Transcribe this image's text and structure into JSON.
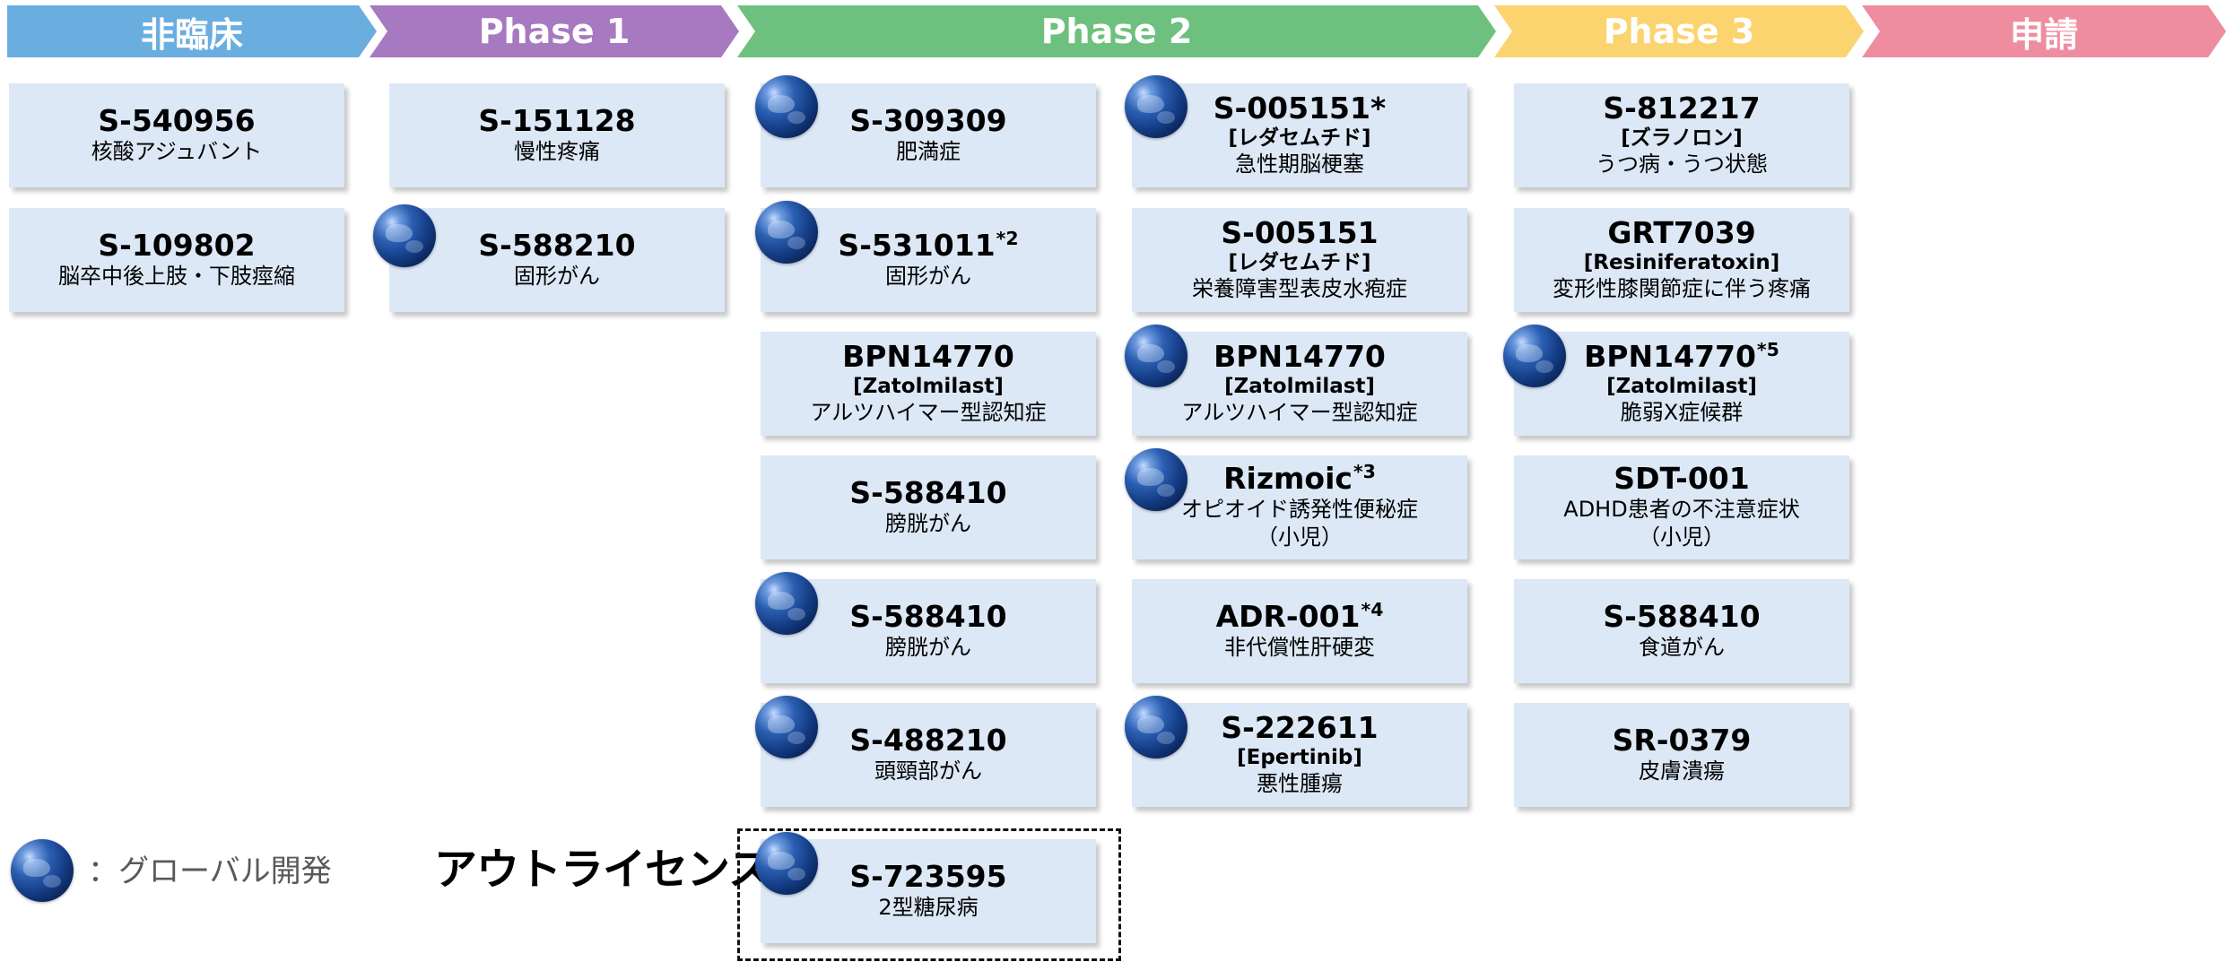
{
  "phases": [
    {
      "label": "非臨床",
      "color": "#6aaee0"
    },
    {
      "label": "Phase 1",
      "color": "#a779c0"
    },
    {
      "label": "Phase 2",
      "color": "#6dc07e"
    },
    {
      "label": "Phase 3",
      "color": "#fbd46f"
    },
    {
      "label": "申請",
      "color": "#ef8da0"
    }
  ],
  "cards": {
    "c1": {
      "code": "S-540956",
      "indication": "核酸アジュバント"
    },
    "c2": {
      "code": "S-109802",
      "indication": "脳卒中後上肢・下肢痙縮"
    },
    "c3": {
      "code": "S-151128",
      "indication": "慢性疼痛"
    },
    "c4": {
      "code": "S-588210",
      "indication": "固形がん",
      "global": true
    },
    "c5": {
      "code": "S-309309",
      "indication": "肥満症",
      "global": true
    },
    "c6": {
      "code": "S-531011",
      "sup": "*2",
      "indication": "固形がん",
      "global": true
    },
    "c7": {
      "code": "BPN14770",
      "generic": "[Zatolmilast]",
      "indication": "アルツハイマー型認知症"
    },
    "c8": {
      "code": "S-588410",
      "indication": "膀胱がん"
    },
    "c9": {
      "code": "S-588410",
      "indication": "膀胱がん",
      "global": true
    },
    "c10": {
      "code": "S-488210",
      "indication": "頭頸部がん",
      "global": true
    },
    "c11": {
      "code": "S-005151*",
      "generic": "[レダセムチド]",
      "indication": "急性期脳梗塞",
      "global": true
    },
    "c12": {
      "code": "S-005151",
      "generic": "[レダセムチド]",
      "indication": "栄養障害型表皮水疱症"
    },
    "c13": {
      "code": "BPN14770",
      "generic": "[Zatolmilast]",
      "indication": "アルツハイマー型認知症",
      "global": true
    },
    "c14": {
      "code": "Rizmoic",
      "sup": "*3",
      "indication": "オピオイド誘発性便秘症",
      "indication2": "（小児）",
      "global": true
    },
    "c15": {
      "code": "ADR-001",
      "sup": "*4",
      "indication": "非代償性肝硬変"
    },
    "c16": {
      "code": "S-222611",
      "generic": "[Epertinib]",
      "indication": "悪性腫瘍",
      "global": true
    },
    "c17": {
      "code": "S-812217",
      "generic": "[ズラノロン]",
      "indication": "うつ病・うつ状態"
    },
    "c18": {
      "code": "GRT7039",
      "generic": "[Resiniferatoxin]",
      "indication": "変形性膝関節症に伴う疼痛"
    },
    "c19": {
      "code": "BPN14770",
      "sup": "*5",
      "generic": "[Zatolmilast]",
      "indication": "脆弱X症候群",
      "global": true
    },
    "c20": {
      "code": "SDT-001",
      "indication": "ADHD患者の不注意症状",
      "indication2": "（小児）"
    },
    "c21": {
      "code": "S-588410",
      "indication": "食道がん"
    },
    "c22": {
      "code": "SR-0379",
      "indication": "皮膚潰瘍"
    },
    "c23": {
      "code": "S-723595",
      "indication": "2型糖尿病",
      "global": true
    }
  },
  "legend": {
    "text": "：グローバル開発",
    "icon": "globe-icon"
  },
  "outlicense": {
    "label": "アウトライセンス"
  }
}
